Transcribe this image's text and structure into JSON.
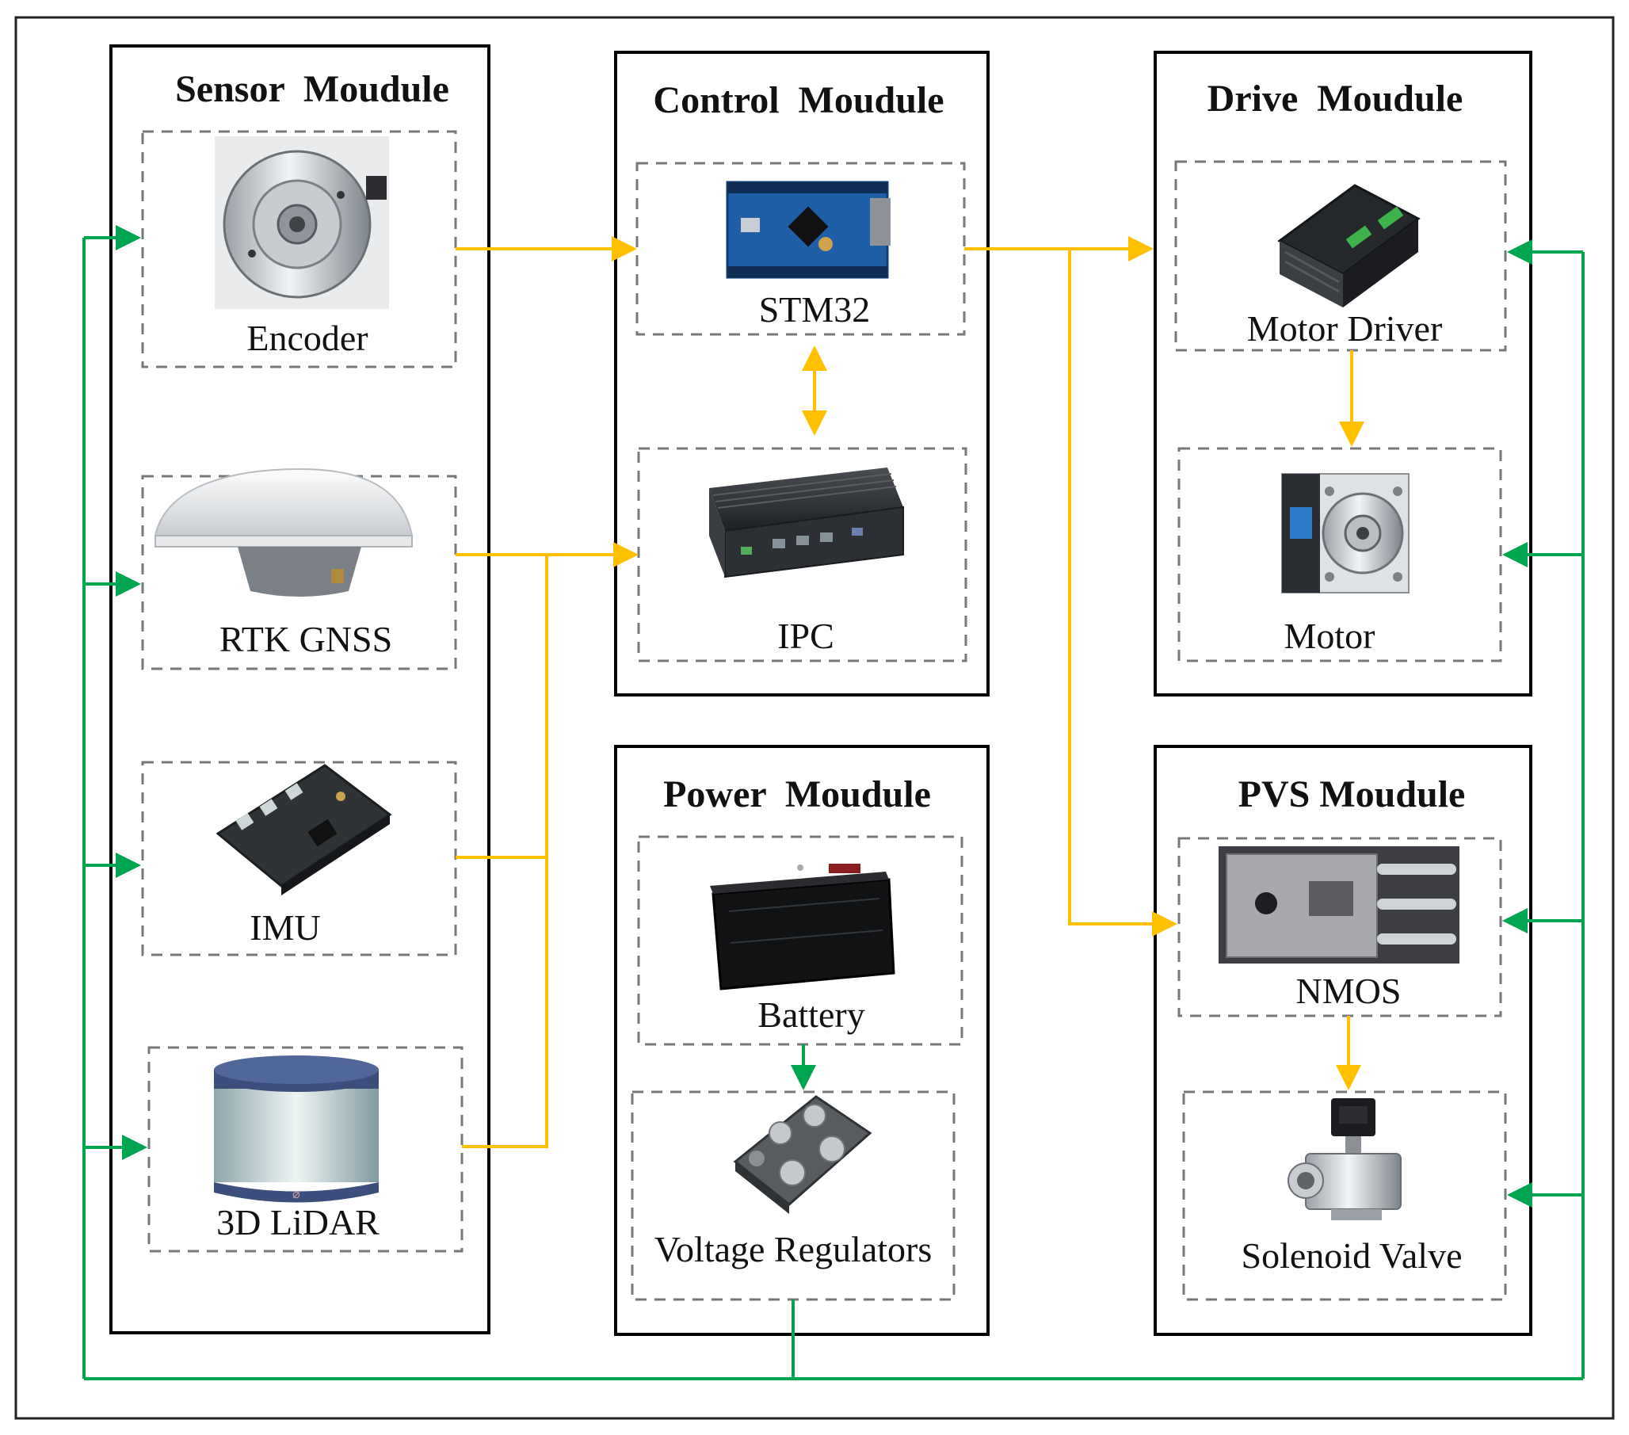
{
  "modules": {
    "sensor": {
      "title": "Sensor  Moudule",
      "encoder": "Encoder",
      "rtk": "RTK GNSS",
      "imu": "IMU",
      "lidar": "3D LiDAR"
    },
    "control": {
      "title": "Control  Moudule",
      "stm32": "STM32",
      "ipc": "IPC"
    },
    "drive": {
      "title": "Drive  Moudule",
      "motor_driver": "Motor Driver",
      "motor": "Motor"
    },
    "power": {
      "title": "Power  Moudule",
      "battery": "Battery",
      "regulators": "Voltage Regulators"
    },
    "pvs": {
      "title": "PVS Moudule",
      "nmos": "NMOS",
      "valve": "Solenoid Valve"
    }
  },
  "colors": {
    "signal_arrow": "#ffc000",
    "power_arrow": "#00a550",
    "module_border": "#000000",
    "component_border": "#777777"
  }
}
